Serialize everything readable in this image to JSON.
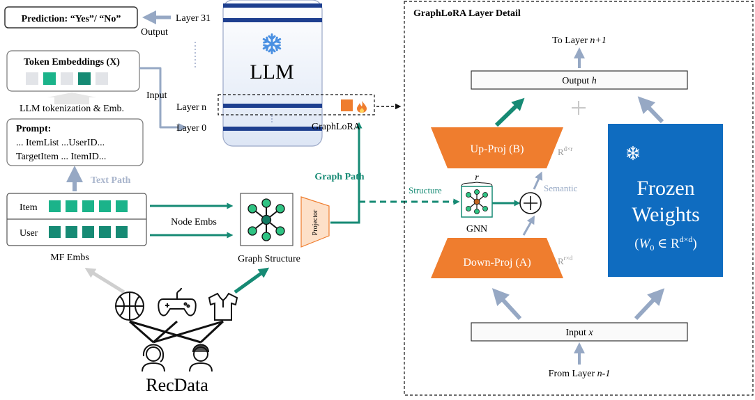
{
  "left": {
    "prediction": "Prediction: “Yes”/ “No”",
    "output_label": "Output",
    "layer31": "Layer 31",
    "token_title": "Token Embeddings (X)",
    "input_label": "Input",
    "tokenization": "LLM tokenization & Emb.",
    "layer_n": "Layer n",
    "layer_0": "Layer 0",
    "prompt_title": "Prompt:",
    "prompt_line1": "... ItemList ...UserID...",
    "prompt_line2": "TargetItem ... ItemID...",
    "text_path": "Text Path",
    "item_label": "Item",
    "user_label": "User",
    "mf_embs": "MF Embs",
    "node_embs": "Node Embs",
    "graph_structure": "Graph Structure",
    "projector": "Projector",
    "graph_path": "Graph Path",
    "graphlora": "GraphLoRA",
    "llm": "LLM",
    "recdata": "RecData"
  },
  "right": {
    "panel_title": "GraphLoRA Layer Detail",
    "to_layer_prefix": "To Layer ",
    "to_layer_var": "n+1",
    "output_prefix": "Output ",
    "output_var": "h",
    "up_proj": "Up-Proj (B)",
    "up_dim_base": "R",
    "up_dim_sup": "d×r",
    "r_label": "r",
    "structure": "Structure",
    "semantic": "Semantic",
    "gnn": "GNN",
    "down_proj": "Down-Proj (A)",
    "down_dim_base": "R",
    "down_dim_sup": "r×d",
    "frozen_line1": "Frozen",
    "frozen_line2": "Weights",
    "frozen_eq_open": "(",
    "frozen_eq_w": "W",
    "frozen_eq_sub": "0",
    "frozen_eq_in": " ∈ R",
    "frozen_eq_sup": "d×d",
    "frozen_eq_close": ")",
    "input_prefix": "Input ",
    "input_var": "x",
    "from_layer_prefix": "From Layer ",
    "from_layer_var": "n-1"
  },
  "colors": {
    "teal": "#168a74",
    "teal_light": "#1bb38a",
    "orange": "#ef7d2e",
    "blue": "#0f6cc0",
    "navy": "#1e3f8f",
    "gray_arrow": "#96a8c4",
    "light_arrow": "#c8c8c8"
  },
  "icons": [
    "snowflake-icon",
    "flame-icon",
    "basketball-icon",
    "gamepad-icon",
    "shirt-icon",
    "woman-avatar-icon",
    "boy-avatar-icon"
  ]
}
